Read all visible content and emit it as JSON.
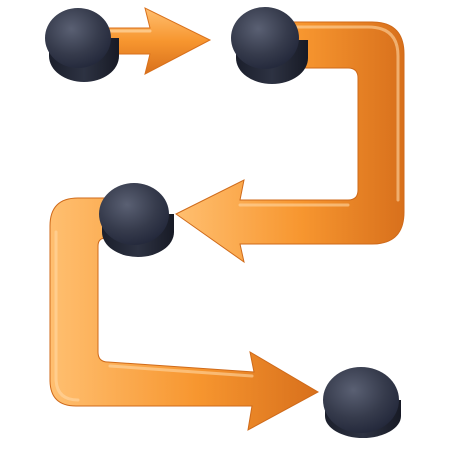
{
  "diagram": {
    "kind": "process-flow",
    "direction": "zigzag",
    "nodes": [
      {
        "id": "node-1",
        "icon": "flow-node-icon",
        "color": "#2e3446"
      },
      {
        "id": "node-2",
        "icon": "flow-node-icon",
        "color": "#3d4150"
      },
      {
        "id": "node-3",
        "icon": "flow-node-icon",
        "color": "#2b3142"
      },
      {
        "id": "node-4",
        "icon": "flow-node-icon",
        "color": "#2b3142"
      }
    ],
    "connectors": [
      {
        "id": "connector-1",
        "from": "node-1",
        "to": "node-2",
        "shape": "straight-arrow"
      },
      {
        "id": "connector-2",
        "from": "node-2",
        "to": "node-3",
        "shape": "u-turn-arrow"
      },
      {
        "id": "connector-3",
        "from": "node-3",
        "to": "node-4",
        "shape": "l-bend-arrow"
      }
    ],
    "colors": {
      "arrow_light": "#ffb35a",
      "arrow_mid": "#f7962f",
      "arrow_dark": "#d9711d",
      "node_dark": "#1f2433",
      "node_light": "#4f5568"
    }
  }
}
